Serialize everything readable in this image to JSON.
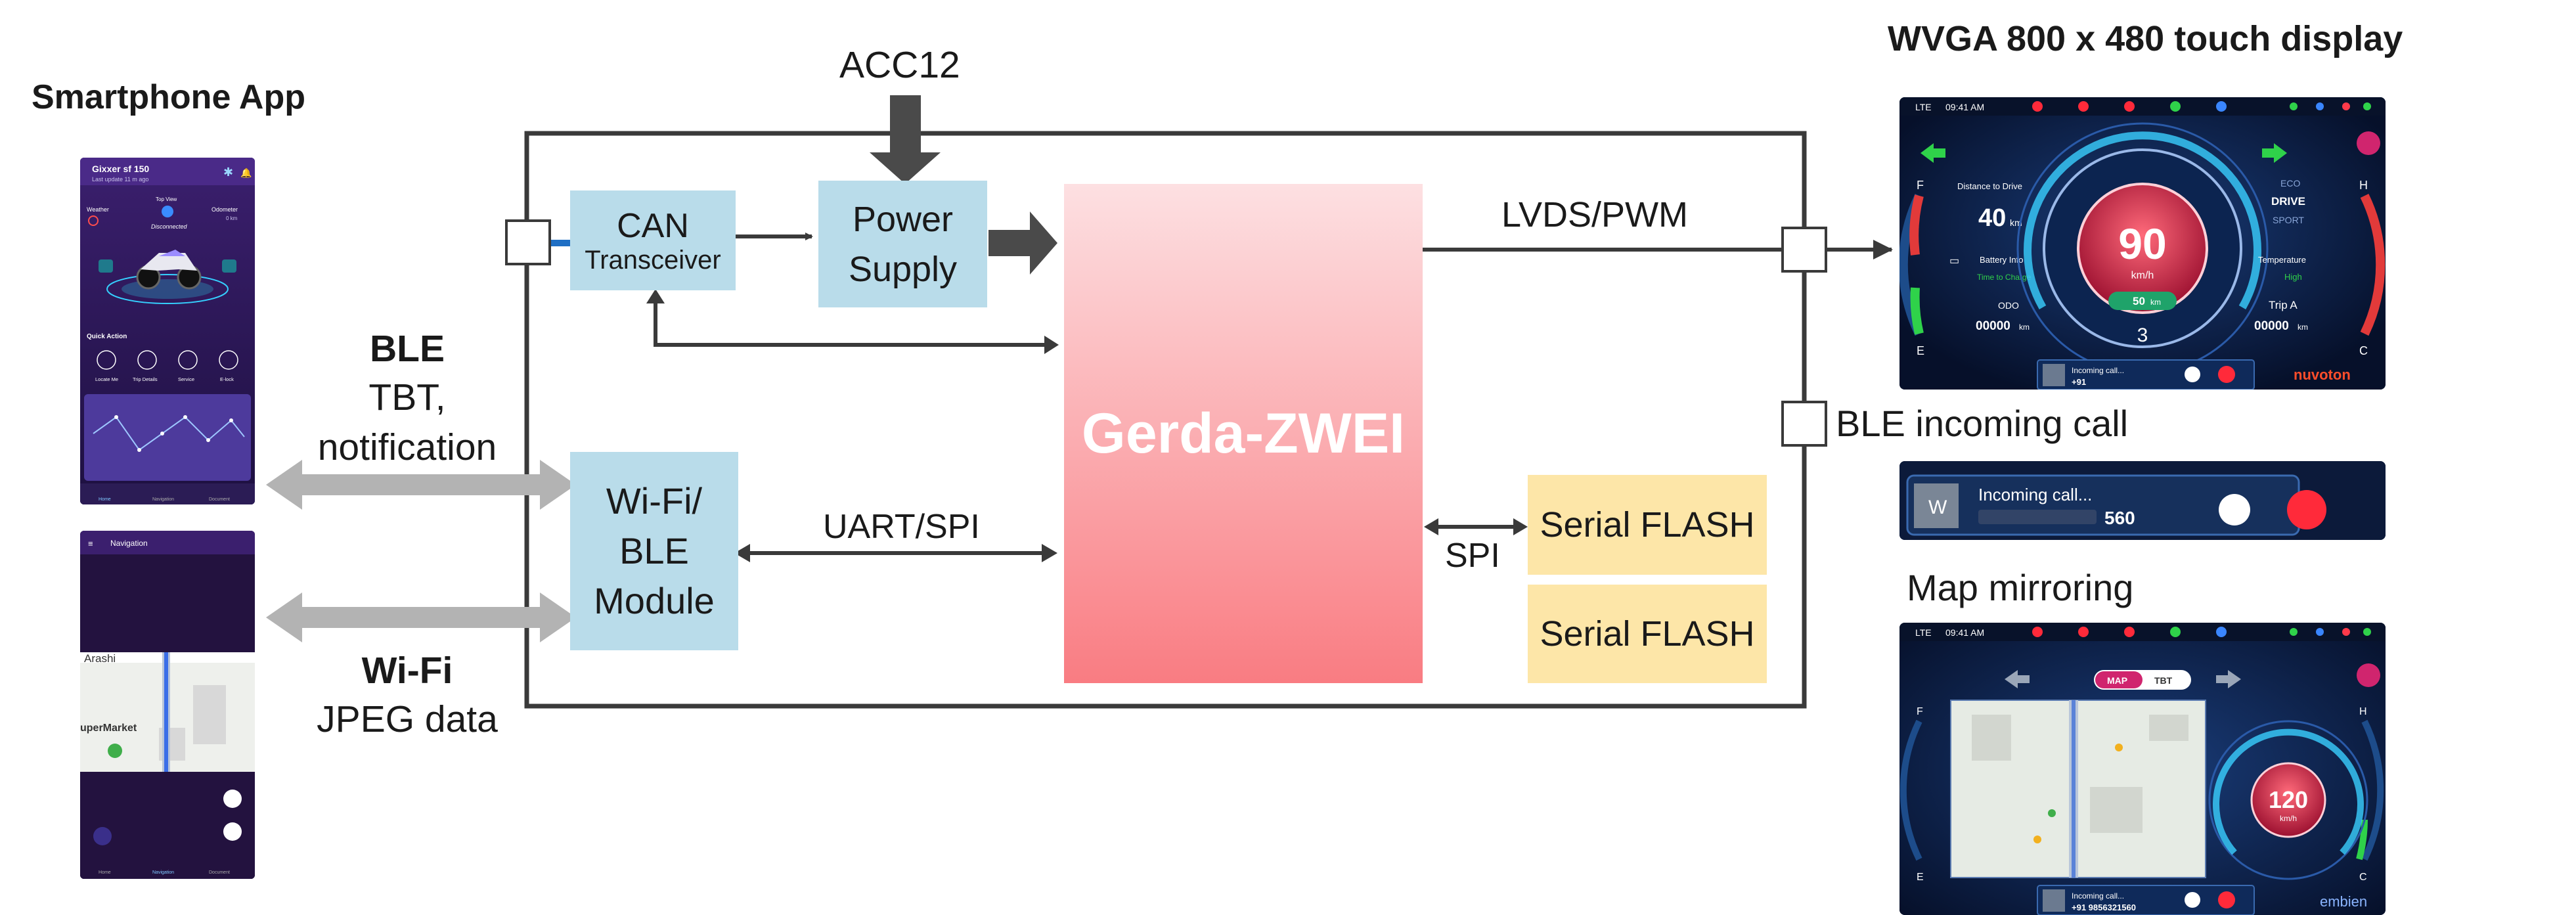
{
  "left": {
    "title": "Smartphone App",
    "ble": {
      "title": "BLE",
      "line1": "TBT,",
      "line2": "notification"
    },
    "wifi": {
      "title": "Wi-Fi",
      "line1": "JPEG data"
    }
  },
  "phone1": {
    "app_title": "Gixxer sf 150",
    "last_update": "Last update 11 m ago",
    "weather": "Weather",
    "odometer": "Odometer",
    "odometer_value": "0 km",
    "top_view": "Top View",
    "status": "Disconnected",
    "quick_action": "Quick Action",
    "actions": [
      "Locate Me",
      "Trip Details",
      "Service",
      "E-lock"
    ],
    "nav": [
      "Home",
      "Navigation",
      "Document"
    ]
  },
  "phone2": {
    "title": "Navigation",
    "place1": "Arashi",
    "place2": "uperMarket",
    "nav": [
      "Home",
      "Navigation",
      "Document"
    ]
  },
  "diagram": {
    "acc": "ACC12",
    "can_line1": "CAN",
    "can_line2": "Transceiver",
    "power_line1": "Power",
    "power_line2": "Supply",
    "soc": "Gerda-ZWEI",
    "wifi_line1": "Wi-Fi/",
    "wifi_line2": "BLE",
    "wifi_line3": "Module",
    "uart": "UART/SPI",
    "spi": "SPI",
    "flash1": "Serial FLASH",
    "flash2": "Serial FLASH",
    "lvds": "LVDS/PWM",
    "ble_call": "BLE incoming call"
  },
  "right": {
    "display_title": "WVGA 800 x 480 touch display",
    "map_title": "Map mirroring"
  },
  "dash1": {
    "lte": "LTE",
    "time": "09:41 AM",
    "dist_label": "Distance to Drive",
    "dist_value": "40",
    "dist_unit": "km",
    "battery_label": "Battery Info",
    "charge_label": "Time to Charge",
    "odo_label": "ODO",
    "odo_value": "00000",
    "odo_unit": "km",
    "speed": "90",
    "speed_unit": "km/h",
    "limit": "50",
    "limit_unit": "km",
    "gear": "3",
    "mode_eco": "ECO",
    "mode_drive": "DRIVE",
    "mode_sport": "SPORT",
    "temp_label": "Temperature",
    "temp_value": "High",
    "trip_label": "Trip A",
    "trip_value": "00000",
    "trip_unit": "km",
    "call_label": "Incoming call...",
    "call_number": "+91",
    "brand": "nuvoton",
    "gauge_h": "H",
    "gauge_c": "C",
    "gauge_f": "F",
    "gauge_e": "E"
  },
  "callstrip": {
    "label": "Incoming call...",
    "number": "560"
  },
  "dash2": {
    "lte": "LTE",
    "time": "09:41 AM",
    "tab_map": "MAP",
    "tab_tbt": "TBT",
    "speed": "120",
    "speed_unit": "km/h",
    "call_label": "Incoming call...",
    "call_number": "+91 9856321560",
    "brand": "embien",
    "gauge_h": "H",
    "gauge_c": "C",
    "gauge_f": "F",
    "gauge_e": "E"
  }
}
